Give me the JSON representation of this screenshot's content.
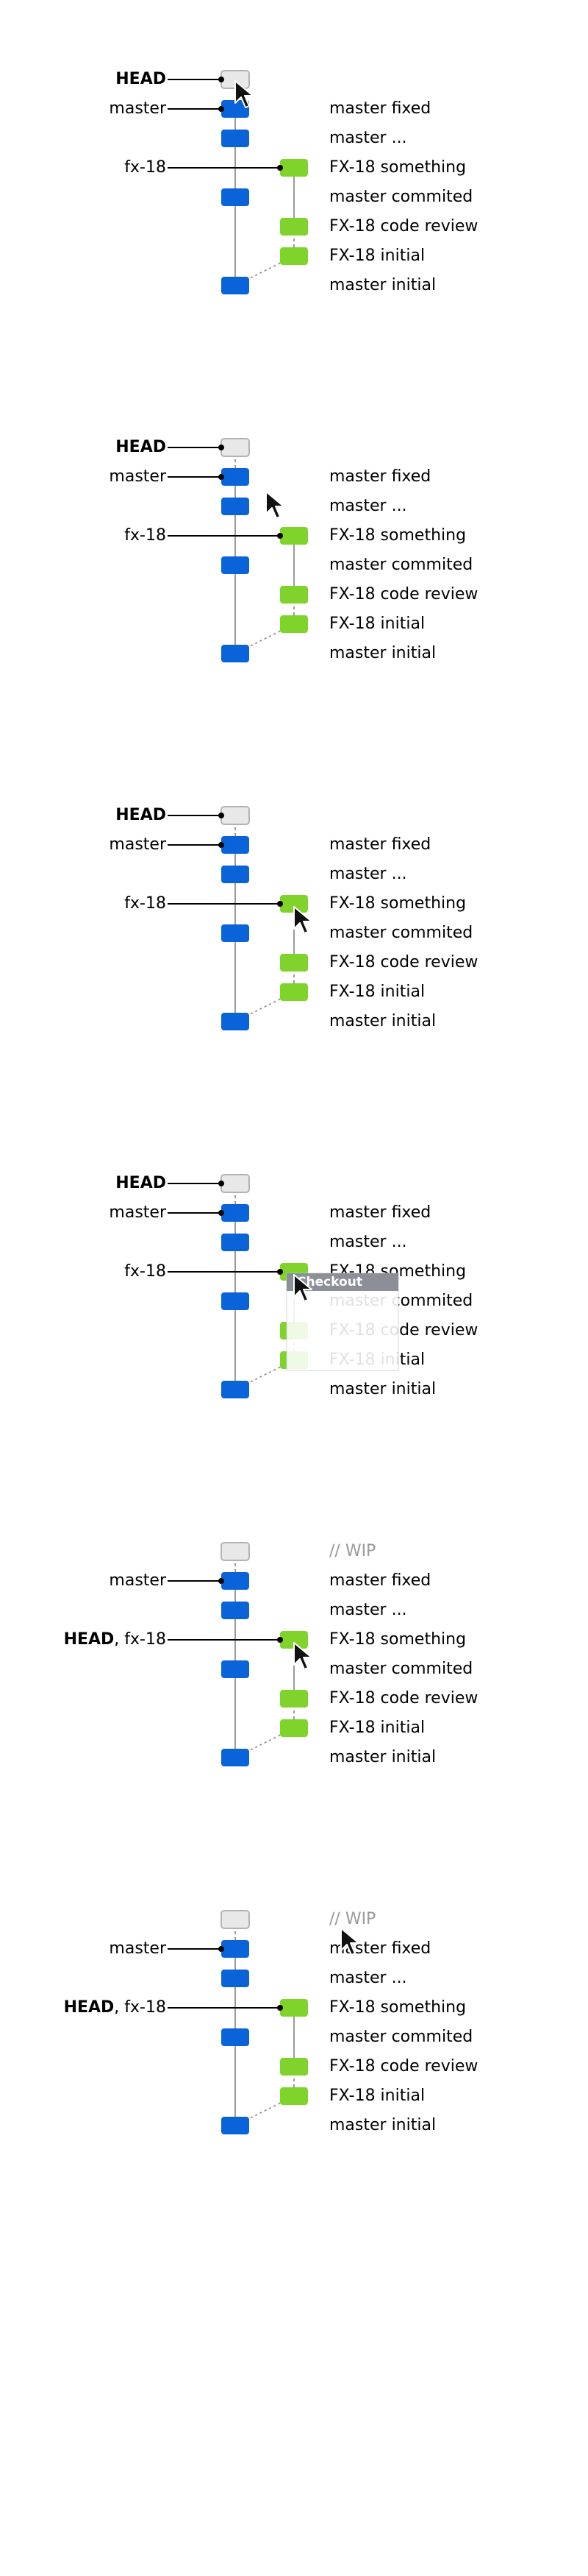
{
  "colors": {
    "master_commit": "#0a63d8",
    "branch_commit": "#7fd32b",
    "wip_commit": "#e8e8e8",
    "wip_border": "#b3b3b3",
    "line": "#000000",
    "graph_line": "#9a9a9a",
    "text": "#000000",
    "wip_text": "#9a9a9a",
    "menu_header": "#8c8f97",
    "menu_header_text": "#ffffff"
  },
  "commits": {
    "wip": "// WIP",
    "master_fixed": "master fixed",
    "master_ellipsis": "master ...",
    "fx_something": "FX-18 something",
    "master_committed": "master commited",
    "fx_code_review": "FX-18 code review",
    "fx_initial": "FX-18 initial",
    "master_initial": "master initial"
  },
  "refs": {
    "head": "HEAD",
    "master": "master",
    "fx": "fx-18",
    "head_prefix": "HEAD",
    "head_separator": ", "
  },
  "context_menu": {
    "checkout_label": "Checkout"
  },
  "frames": [
    {
      "id": "frame-1-hover-head",
      "head_on": "master",
      "show_wip_label": false,
      "context_menu": false,
      "cursor": "head-commit"
    },
    {
      "id": "frame-2-move",
      "head_on": "master",
      "show_wip_label": false,
      "context_menu": false,
      "cursor": "between"
    },
    {
      "id": "frame-3-hover-fx",
      "head_on": "master",
      "show_wip_label": false,
      "context_menu": false,
      "cursor": "fx-commit"
    },
    {
      "id": "frame-4-context-menu",
      "head_on": "master",
      "show_wip_label": false,
      "context_menu": true,
      "cursor": "fx-commit"
    },
    {
      "id": "frame-5-after-checkout",
      "head_on": "fx",
      "show_wip_label": true,
      "context_menu": false,
      "cursor": "fx-commit"
    },
    {
      "id": "frame-6-hover-wip",
      "head_on": "fx",
      "show_wip_label": true,
      "context_menu": false,
      "cursor": "wip-label"
    }
  ]
}
